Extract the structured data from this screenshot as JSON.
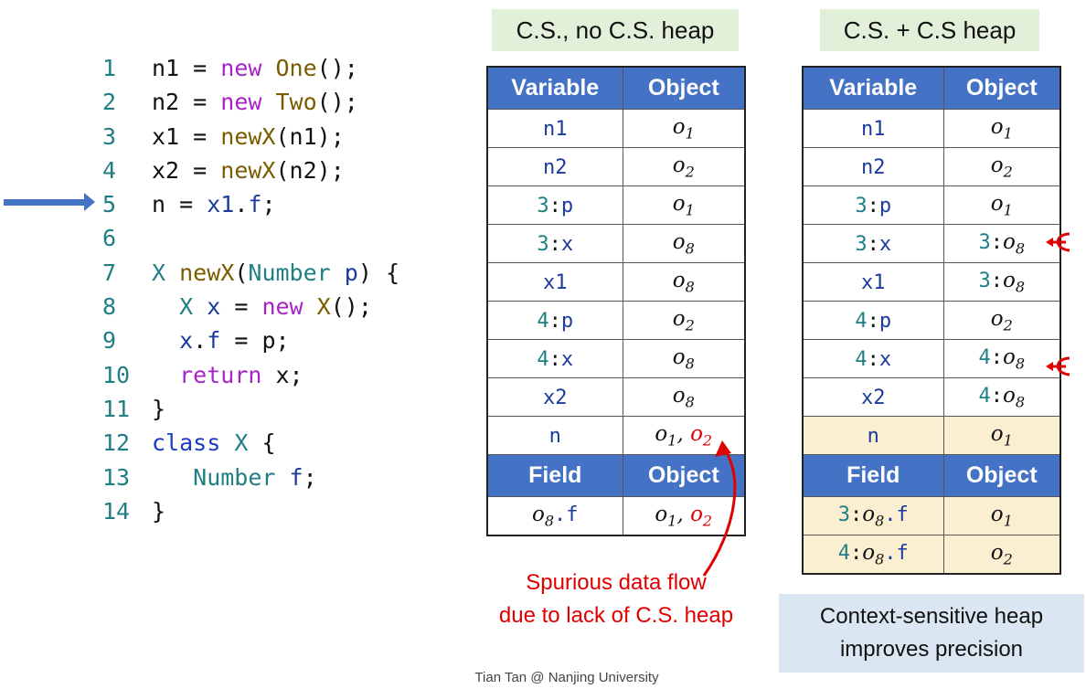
{
  "code": {
    "lines": [
      {
        "num": "1",
        "tokens": [
          {
            "t": "n1 = ",
            "c": "#111111"
          },
          {
            "t": "new",
            "c": "#a624c5"
          },
          {
            "t": " ",
            "c": "#111111"
          },
          {
            "t": "One",
            "c": "#7a5c00"
          },
          {
            "t": "();",
            "c": "#111111"
          }
        ]
      },
      {
        "num": "2",
        "tokens": [
          {
            "t": "n2 = ",
            "c": "#111111"
          },
          {
            "t": "new",
            "c": "#a624c5"
          },
          {
            "t": " ",
            "c": "#111111"
          },
          {
            "t": "Two",
            "c": "#7a5c00"
          },
          {
            "t": "();",
            "c": "#111111"
          }
        ]
      },
      {
        "num": "3",
        "tokens": [
          {
            "t": "x1 = ",
            "c": "#111111"
          },
          {
            "t": "newX",
            "c": "#7a5c00"
          },
          {
            "t": "(n1);",
            "c": "#111111"
          }
        ]
      },
      {
        "num": "4",
        "tokens": [
          {
            "t": "x2 = ",
            "c": "#111111"
          },
          {
            "t": "newX",
            "c": "#7a5c00"
          },
          {
            "t": "(n2);",
            "c": "#111111"
          }
        ]
      },
      {
        "num": "5",
        "tokens": [
          {
            "t": "n = ",
            "c": "#111111"
          },
          {
            "t": "x1",
            "c": "#1a3b9c"
          },
          {
            "t": ".",
            "c": "#111111"
          },
          {
            "t": "f",
            "c": "#1a3b9c"
          },
          {
            "t": ";",
            "c": "#111111"
          }
        ]
      },
      {
        "num": "6",
        "tokens": []
      },
      {
        "num": "7",
        "tokens": [
          {
            "t": "X",
            "c": "#1f7f84"
          },
          {
            "t": " ",
            "c": "#111111"
          },
          {
            "t": "newX",
            "c": "#7a5c00"
          },
          {
            "t": "(",
            "c": "#111111"
          },
          {
            "t": "Number",
            "c": "#1f7f84"
          },
          {
            "t": " ",
            "c": "#111111"
          },
          {
            "t": "p",
            "c": "#1a3b9c"
          },
          {
            "t": ") {",
            "c": "#111111"
          }
        ]
      },
      {
        "num": "8",
        "tokens": [
          {
            "t": "  ",
            "c": "#111111"
          },
          {
            "t": "X",
            "c": "#1f7f84"
          },
          {
            "t": " ",
            "c": "#111111"
          },
          {
            "t": "x",
            "c": "#1a3b9c"
          },
          {
            "t": " = ",
            "c": "#111111"
          },
          {
            "t": "new",
            "c": "#a624c5"
          },
          {
            "t": " ",
            "c": "#111111"
          },
          {
            "t": "X",
            "c": "#7a5c00"
          },
          {
            "t": "();",
            "c": "#111111"
          }
        ]
      },
      {
        "num": "9",
        "tokens": [
          {
            "t": "  ",
            "c": "#111111"
          },
          {
            "t": "x",
            "c": "#1a3b9c"
          },
          {
            "t": ".",
            "c": "#111111"
          },
          {
            "t": "f",
            "c": "#1a3b9c"
          },
          {
            "t": " = p;",
            "c": "#111111"
          }
        ]
      },
      {
        "num": "10",
        "tokens": [
          {
            "t": "  ",
            "c": "#111111"
          },
          {
            "t": "return",
            "c": "#a624c5"
          },
          {
            "t": " x;",
            "c": "#111111"
          }
        ]
      },
      {
        "num": "11",
        "tokens": [
          {
            "t": "}",
            "c": "#111111"
          }
        ]
      },
      {
        "num": "12",
        "tokens": [
          {
            "t": "class",
            "c": "#1a3bc4"
          },
          {
            "t": " ",
            "c": "#111111"
          },
          {
            "t": "X",
            "c": "#1f7f84"
          },
          {
            "t": " {",
            "c": "#111111"
          }
        ]
      },
      {
        "num": "13",
        "tokens": [
          {
            "t": "   ",
            "c": "#111111"
          },
          {
            "t": "Number",
            "c": "#1f7f84"
          },
          {
            "t": " ",
            "c": "#111111"
          },
          {
            "t": "f",
            "c": "#1a3b9c"
          },
          {
            "t": ";",
            "c": "#111111"
          }
        ]
      },
      {
        "num": "14",
        "tokens": [
          {
            "t": "}",
            "c": "#111111"
          }
        ]
      }
    ]
  },
  "left_table": {
    "title": "C.S., no C.S. heap",
    "var_header": "Variable",
    "obj_header": "Object",
    "field_header": "Field",
    "field_obj_header": "Object",
    "rows": [
      {
        "var_ctx": "",
        "var_name": "n1",
        "objs": [
          {
            "o": "o",
            "sub": "1"
          }
        ]
      },
      {
        "var_ctx": "",
        "var_name": "n2",
        "objs": [
          {
            "o": "o",
            "sub": "2"
          }
        ]
      },
      {
        "var_ctx": "3",
        "var_name": "p",
        "objs": [
          {
            "o": "o",
            "sub": "1"
          }
        ]
      },
      {
        "var_ctx": "3",
        "var_name": "x",
        "objs": [
          {
            "o": "o",
            "sub": "8"
          }
        ]
      },
      {
        "var_ctx": "",
        "var_name": "x1",
        "objs": [
          {
            "o": "o",
            "sub": "8"
          }
        ]
      },
      {
        "var_ctx": "4",
        "var_name": "p",
        "objs": [
          {
            "o": "o",
            "sub": "2"
          }
        ]
      },
      {
        "var_ctx": "4",
        "var_name": "x",
        "objs": [
          {
            "o": "o",
            "sub": "8"
          }
        ]
      },
      {
        "var_ctx": "",
        "var_name": "x2",
        "objs": [
          {
            "o": "o",
            "sub": "8"
          }
        ]
      },
      {
        "var_ctx": "",
        "var_name": "n",
        "objs": [
          {
            "o": "o",
            "sub": "1"
          },
          {
            "o": "o",
            "sub": "2",
            "spurious": true
          }
        ]
      }
    ],
    "field_rows": [
      {
        "ctx": "",
        "base": "o",
        "sub": "8",
        "field": ".f",
        "objs": [
          {
            "o": "o",
            "sub": "1"
          },
          {
            "o": "o",
            "sub": "2",
            "spurious": true
          }
        ]
      }
    ]
  },
  "right_table": {
    "title": "C.S. + C.S heap",
    "var_header": "Variable",
    "obj_header": "Object",
    "field_header": "Field",
    "field_obj_header": "Object",
    "rows": [
      {
        "var_ctx": "",
        "var_name": "n1",
        "objs": [
          {
            "ctx": "",
            "o": "o",
            "sub": "1"
          }
        ]
      },
      {
        "var_ctx": "",
        "var_name": "n2",
        "objs": [
          {
            "ctx": "",
            "o": "o",
            "sub": "2"
          }
        ]
      },
      {
        "var_ctx": "3",
        "var_name": "p",
        "objs": [
          {
            "ctx": "",
            "o": "o",
            "sub": "1"
          }
        ]
      },
      {
        "var_ctx": "3",
        "var_name": "x",
        "objs": [
          {
            "ctx": "3",
            "o": "o",
            "sub": "8"
          }
        ]
      },
      {
        "var_ctx": "",
        "var_name": "x1",
        "objs": [
          {
            "ctx": "3",
            "o": "o",
            "sub": "8"
          }
        ]
      },
      {
        "var_ctx": "4",
        "var_name": "p",
        "objs": [
          {
            "ctx": "",
            "o": "o",
            "sub": "2"
          }
        ]
      },
      {
        "var_ctx": "4",
        "var_name": "x",
        "objs": [
          {
            "ctx": "4",
            "o": "o",
            "sub": "8"
          }
        ]
      },
      {
        "var_ctx": "",
        "var_name": "x2",
        "objs": [
          {
            "ctx": "4",
            "o": "o",
            "sub": "8"
          }
        ]
      },
      {
        "var_ctx": "",
        "var_name": "n",
        "objs": [
          {
            "ctx": "",
            "o": "o",
            "sub": "1"
          }
        ],
        "highlight": true
      }
    ],
    "field_rows": [
      {
        "ctx": "3",
        "base": "o",
        "sub": "8",
        "field": ".f",
        "objs": [
          {
            "ctx": "",
            "o": "o",
            "sub": "1"
          }
        ],
        "highlight": true
      },
      {
        "ctx": "4",
        "base": "o",
        "sub": "8",
        "field": ".f",
        "objs": [
          {
            "ctx": "",
            "o": "o",
            "sub": "2"
          }
        ],
        "highlight": true
      }
    ]
  },
  "notes": {
    "spurious_line1": "Spurious data flow",
    "spurious_line2": "due to lack of C.S. heap",
    "precision_line1": "Context-sensitive heap",
    "precision_line2": "improves precision"
  },
  "footer": "Tian Tan @ Nanjing University",
  "colors": {
    "header_blue": "#4472c4",
    "title_green": "#e2efd9",
    "highlight_yellow": "#fbefd2",
    "note_blue": "#dae6f1",
    "spurious_red": "#e00000"
  },
  "icons": {
    "current_line_marker": "arrow-right-icon",
    "row_change_marker": "curved-arrow-left-icon"
  }
}
